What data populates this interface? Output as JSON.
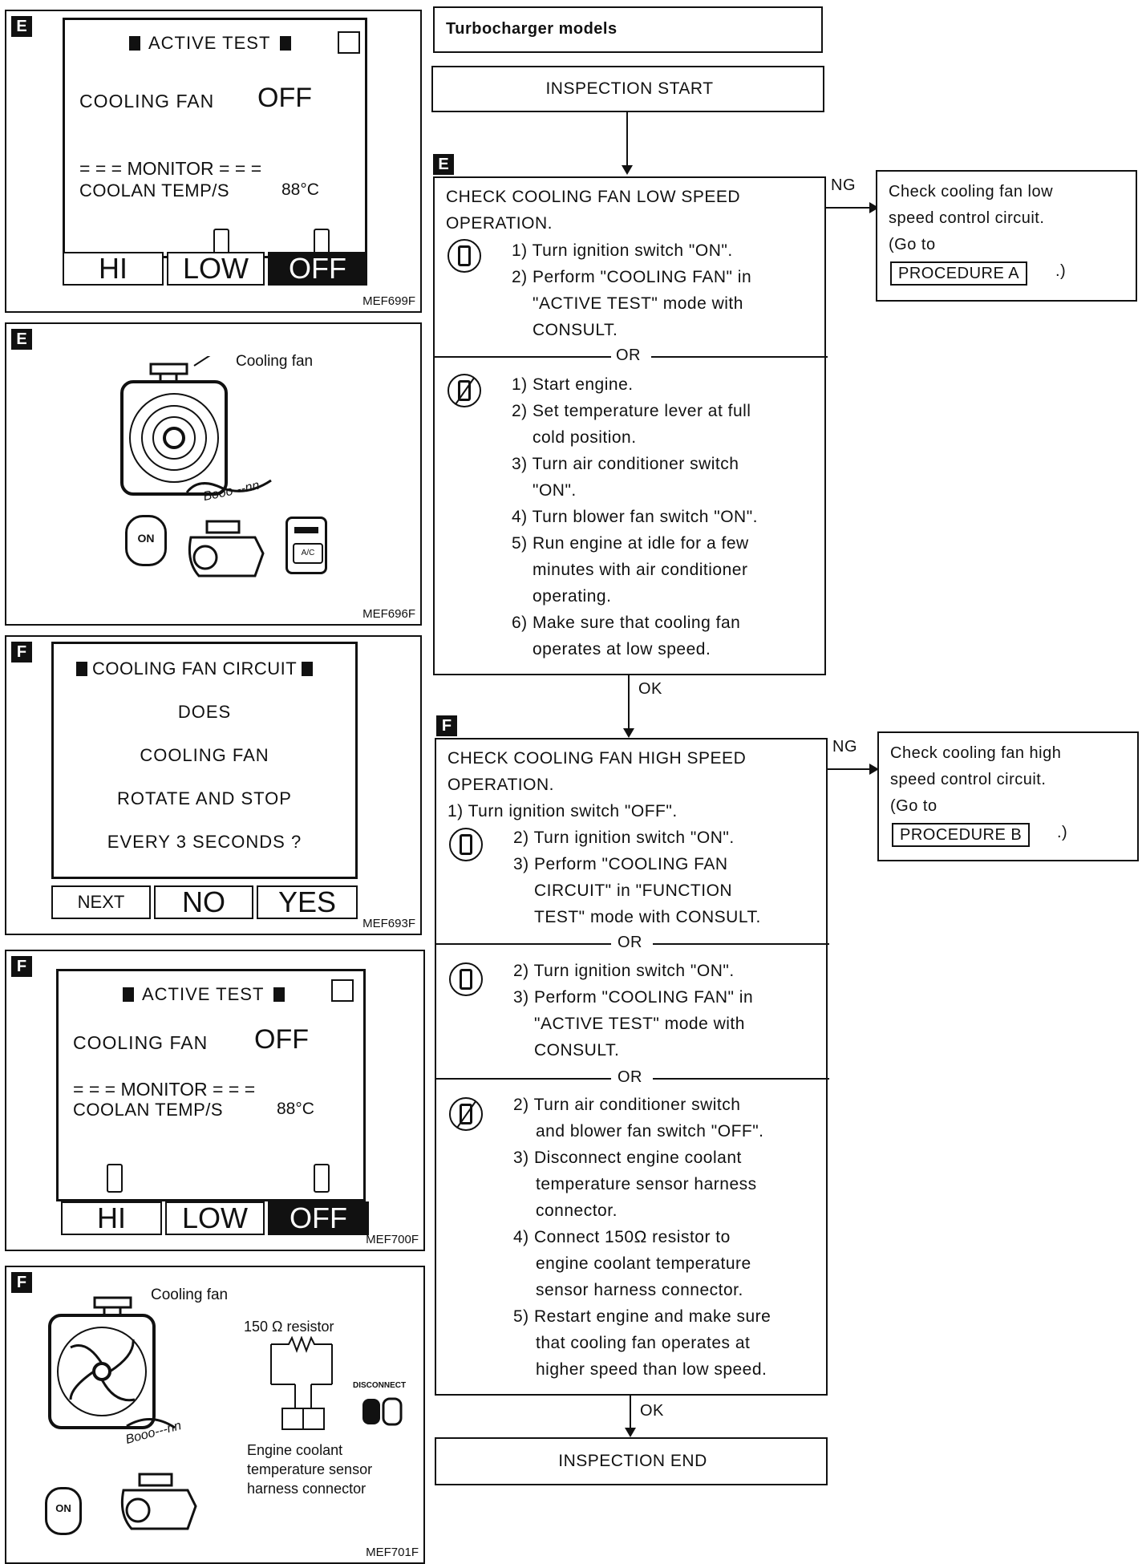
{
  "screen_e1": {
    "tag": "E",
    "title": "ACTIVE TEST",
    "fan_label": "COOLING FAN",
    "fan_value": "OFF",
    "monitor": "MONITOR",
    "temp_label": "COOLAN TEMP/S",
    "temp_value": "88°C",
    "buttons": [
      "HI",
      "LOW",
      "OFF"
    ],
    "code": "MEF699F"
  },
  "illus_e2": {
    "tag": "E",
    "label": "Cooling fan",
    "sound": "Booo---nn",
    "on_label": "ON",
    "ac_label": "A/C",
    "code": "MEF696F"
  },
  "screen_f1": {
    "tag": "F",
    "title": "COOLING FAN CIRCUIT",
    "lines": [
      "DOES",
      "COOLING FAN",
      "ROTATE AND STOP",
      "EVERY 3 SECONDS ?"
    ],
    "buttons": [
      "NEXT",
      "NO",
      "YES"
    ],
    "code": "MEF693F"
  },
  "screen_f2": {
    "tag": "F",
    "title": "ACTIVE TEST",
    "fan_label": "COOLING FAN",
    "fan_value": "OFF",
    "monitor": "MONITOR",
    "temp_label": "COOLAN TEMP/S",
    "temp_value": "88°C",
    "buttons": [
      "HI",
      "LOW",
      "OFF"
    ],
    "code": "MEF700F"
  },
  "illus_f3": {
    "tag": "F",
    "label": "Cooling fan",
    "resistor": "150 Ω resistor",
    "disconnect": "DISCONNECT",
    "connector": [
      "Engine coolant",
      "temperature sensor",
      "harness connector"
    ],
    "sound": "Booo---nn",
    "on_label": "ON",
    "code": "MEF701F"
  },
  "flow": {
    "header": "Turbocharger models",
    "start": "INSPECTION START",
    "end": "INSPECTION END",
    "ng": "NG",
    "ok": "OK",
    "or": "OR",
    "tag_e": "E",
    "tag_f": "F",
    "check_low": {
      "title": [
        "CHECK COOLING FAN LOW SPEED",
        "OPERATION."
      ],
      "consult_steps": [
        "1) Turn ignition switch \"ON\".",
        "2) Perform \"COOLING FAN\" in",
        "\"ACTIVE TEST\" mode with",
        "CONSULT."
      ],
      "manual_steps": [
        "1) Start engine.",
        "2) Set temperature lever at full",
        "cold position.",
        "3) Turn air conditioner switch",
        "\"ON\".",
        "4) Turn blower fan switch \"ON\".",
        "5) Run engine at idle for a few",
        "minutes with air conditioner",
        "operating.",
        "6) Make sure that cooling fan",
        "operates at low speed."
      ]
    },
    "ng_low": {
      "lines": [
        "Check cooling fan low",
        "speed control circuit.",
        "(Go to"
      ],
      "procedure": "PROCEDURE A",
      "close": ".)"
    },
    "check_high": {
      "title": [
        "CHECK COOLING FAN HIGH SPEED",
        "OPERATION.",
        "1) Turn ignition switch \"OFF\"."
      ],
      "consult_func_steps": [
        "2) Turn ignition switch \"ON\".",
        "3) Perform \"COOLING FAN",
        "CIRCUIT\" in \"FUNCTION",
        "TEST\" mode with CONSULT."
      ],
      "consult_active_steps": [
        "2) Turn ignition switch \"ON\".",
        "3) Perform \"COOLING FAN\" in",
        "\"ACTIVE TEST\" mode with",
        "CONSULT."
      ],
      "manual_steps": [
        "2) Turn air conditioner switch",
        "and blower fan switch \"OFF\".",
        "3) Disconnect engine coolant",
        "temperature sensor harness",
        "connector.",
        "4) Connect 150Ω resistor to",
        "engine coolant temperature",
        "sensor harness connector.",
        "5) Restart engine and make sure",
        "that cooling fan operates at",
        "higher speed than low speed."
      ]
    },
    "ng_high": {
      "lines": [
        "Check cooling fan high",
        "speed control circuit.",
        "(Go to"
      ],
      "procedure": "PROCEDURE B",
      "close": ".)"
    }
  }
}
